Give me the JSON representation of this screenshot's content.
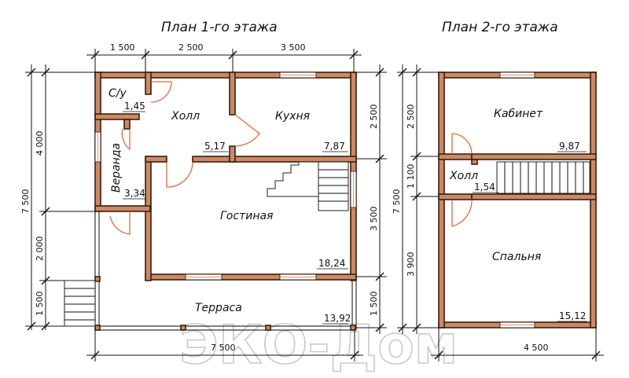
{
  "titles": {
    "floor1": "План 1-го этажа",
    "floor2": "План 2-го этажа"
  },
  "floor1": {
    "rooms": {
      "su": {
        "name": "С/у",
        "area": "1,45"
      },
      "hall": {
        "name": "Холл",
        "area": "5,17"
      },
      "kitchen": {
        "name": "Кухня",
        "area": "7,87"
      },
      "veranda": {
        "name": "Веранда",
        "area": "3,34"
      },
      "living": {
        "name": "Гостиная",
        "area": "18,24"
      },
      "terrace": {
        "name": "Терраса",
        "area": "13,92"
      }
    },
    "dims": {
      "top": [
        "1 500",
        "2 500",
        "3 500"
      ],
      "left_total": "7 500",
      "left_parts": [
        "4 000",
        "2 000",
        "1 500"
      ],
      "bottom": "7 500",
      "right": [
        "2 500",
        "3 500",
        "1 500"
      ]
    }
  },
  "floor2": {
    "rooms": {
      "office": {
        "name": "Кабинет",
        "area": "9,87"
      },
      "hall": {
        "name": "Холл",
        "area": "1,54"
      },
      "bedroom": {
        "name": "Спальня",
        "area": "15,12"
      }
    },
    "dims": {
      "left_total": "7 500",
      "left_parts": [
        "2 500",
        "1 100",
        "3 900"
      ],
      "bottom": "4 500"
    }
  },
  "watermark": "ЭКО-Дом"
}
